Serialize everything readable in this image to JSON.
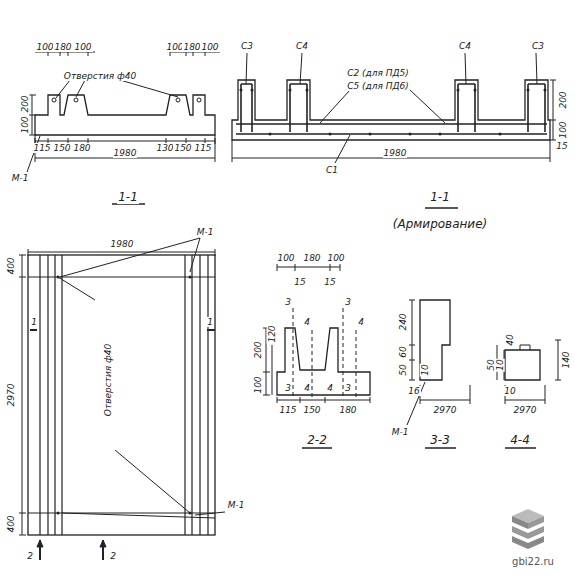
{
  "diagram": {
    "labels": [
      "100",
      "180",
      "100",
      "100",
      "180",
      "100",
      "Отверстия ф40",
      "200",
      "100",
      "115",
      "150",
      "180",
      "130",
      "150",
      "115",
      "1980",
      "М-1",
      "1-1",
      "С3",
      "С4",
      "С4",
      "С3",
      "С2 (для ПД5)",
      "С5 (для ПД6)",
      "С1",
      "100",
      "200",
      "15",
      "1980",
      "1-1",
      "(Армирование)",
      "1980",
      "400",
      "2970",
      "400",
      "1",
      "1",
      "М-1",
      "М-1",
      "Отверстия ф40",
      "2",
      "2",
      "100",
      "180",
      "100",
      "15",
      "15",
      "3",
      "3",
      "4",
      "4",
      "3",
      "3",
      "4",
      "4",
      "100",
      "200",
      "120",
      "115",
      "150",
      "180",
      "2-2",
      "240",
      "60",
      "50",
      "10",
      "16",
      "2970",
      "М-1",
      "3-3",
      "50",
      "10",
      "40",
      "140",
      "10",
      "2970",
      "4-4",
      "gbi22.ru"
    ]
  }
}
